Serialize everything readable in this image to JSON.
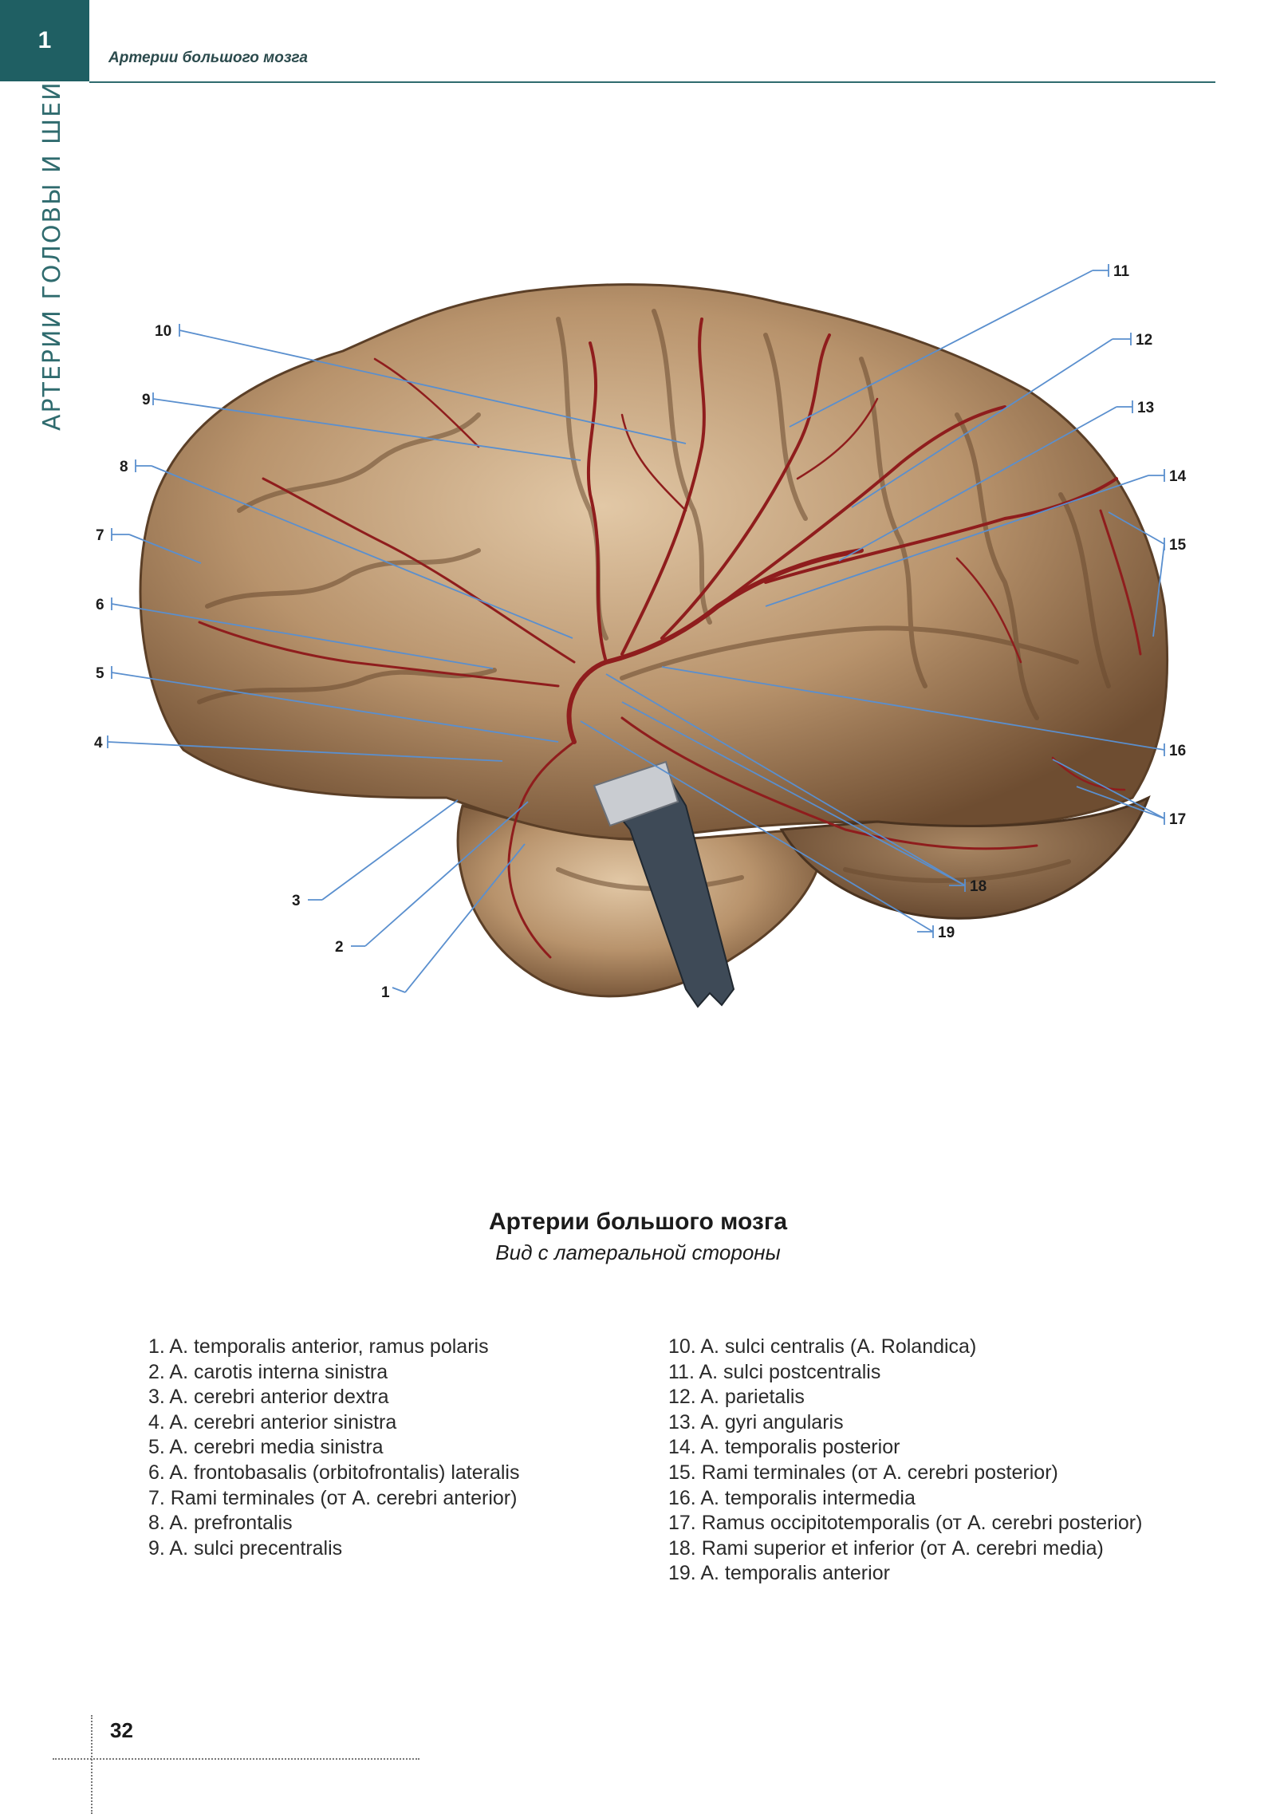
{
  "header": {
    "chapter_number": "1",
    "title": "Артерии большого мозга",
    "side_label": "АРТЕРИИ ГОЛОВЫ И ШЕИ"
  },
  "figure": {
    "callouts": [
      "1",
      "2",
      "3",
      "4",
      "5",
      "6",
      "7",
      "8",
      "9",
      "10",
      "11",
      "12",
      "13",
      "14",
      "15",
      "16",
      "17",
      "18",
      "19"
    ]
  },
  "caption": {
    "title": "Артерии большого мозга",
    "subtitle": "Вид с латеральной стороны"
  },
  "legend": {
    "left": [
      "1. A. temporalis anterior, ramus polaris",
      "2. A. carotis interna sinistra",
      "3. A. cerebri anterior dextra",
      "4. A. cerebri anterior sinistra",
      "5. A. cerebri media sinistra",
      "6. A. frontobasalis (orbitofrontalis) lateralis",
      "7. Rami terminales (от A. cerebri anterior)",
      "8. A. prefrontalis",
      "9. A. sulci precentralis"
    ],
    "right": [
      "10. A. sulci centralis (A. Rolandica)",
      "11. A. sulci postcentralis",
      "12. A. parietalis",
      "13. A. gyri angularis",
      "14. A. temporalis posterior",
      "15. Rami terminales (от A. cerebri posterior)",
      "16. A. temporalis intermedia",
      "17. Ramus occipitotemporalis (от A. cerebri posterior)",
      "18. Rami superior et inferior (от A. cerebri media)",
      "19. A. temporalis anterior"
    ]
  },
  "page_number": "32",
  "colors": {
    "accent": "#1f5f63",
    "leader_line": "#5a8fce",
    "brain_tissue": "#b8936c",
    "artery": "#8f1d1d"
  }
}
